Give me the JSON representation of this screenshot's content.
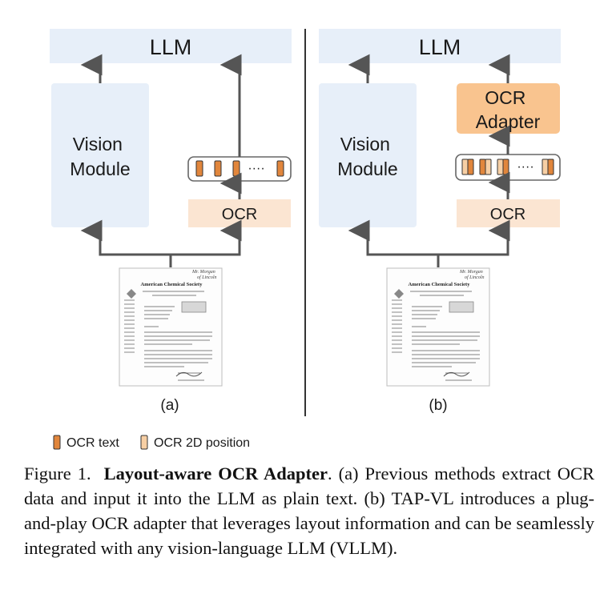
{
  "panel_a": {
    "llm": "LLM",
    "vision_module": [
      "Vision",
      "Module"
    ],
    "ocr": "OCR",
    "dots": "····",
    "label": "(a)"
  },
  "panel_b": {
    "llm": "LLM",
    "vision_module": [
      "Vision",
      "Module"
    ],
    "ocr_adapter": [
      "OCR",
      "Adapter"
    ],
    "ocr": "OCR",
    "dots": "····",
    "label": "(b)"
  },
  "legend": {
    "ocr_text": "OCR text",
    "ocr_2d_position": "OCR 2D position"
  },
  "colors": {
    "box_blue": "#e7eff9",
    "ocr_box": "#fbe5d2",
    "adapter_box": "#f9c48f",
    "token_orange": "#e1863c",
    "token_light": "#f7cfa4",
    "arrow": "#555555"
  },
  "document": {
    "header": "American Chemical Society",
    "handwriting": [
      "Mr. Morgan",
      "of Lincoln"
    ]
  },
  "caption": {
    "figure_number": "Figure 1.",
    "title": "Layout-aware OCR Adapter",
    "body": ". (a) Previous methods extract OCR data and input it into the LLM as plain text. (b) TAP-VL introduces a plug-and-play OCR adapter that leverages layout information and can be seamlessly integrated with any vision-language LLM (VLLM)."
  }
}
